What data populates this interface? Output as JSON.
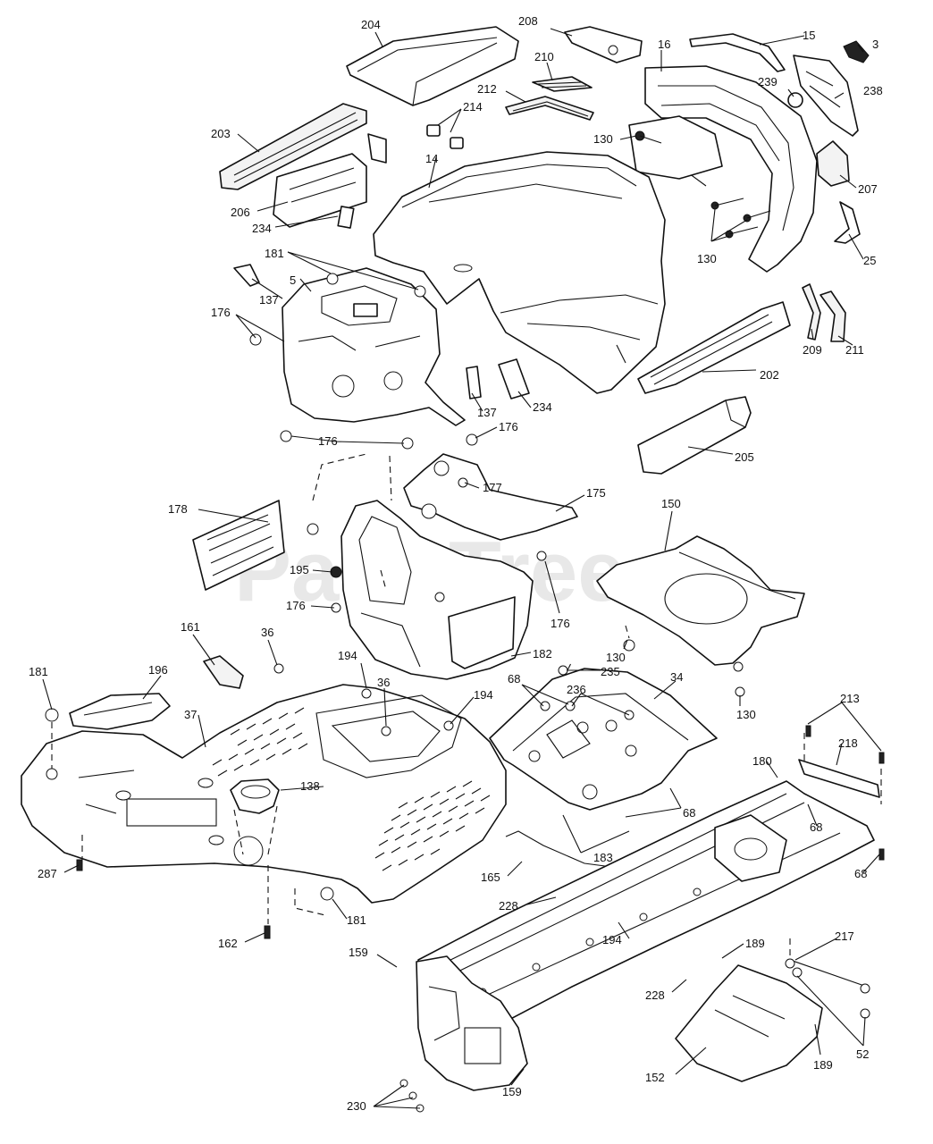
{
  "watermark": {
    "text": "PartsTree",
    "trademark": "™"
  },
  "callouts": [
    {
      "id": "c204",
      "label": "204"
    },
    {
      "id": "c208",
      "label": "208"
    },
    {
      "id": "c16",
      "label": "16"
    },
    {
      "id": "c15",
      "label": "15"
    },
    {
      "id": "c3",
      "label": "3"
    },
    {
      "id": "c210",
      "label": "210"
    },
    {
      "id": "c212",
      "label": "212"
    },
    {
      "id": "c214",
      "label": "214"
    },
    {
      "id": "c239",
      "label": "239"
    },
    {
      "id": "c238",
      "label": "238"
    },
    {
      "id": "c203",
      "label": "203"
    },
    {
      "id": "c130a",
      "label": "130"
    },
    {
      "id": "c14",
      "label": "14"
    },
    {
      "id": "c207",
      "label": "207"
    },
    {
      "id": "c206",
      "label": "206"
    },
    {
      "id": "c234a",
      "label": "234"
    },
    {
      "id": "c130b",
      "label": "130"
    },
    {
      "id": "c25",
      "label": "25"
    },
    {
      "id": "c181a",
      "label": "181"
    },
    {
      "id": "c137a",
      "label": "137"
    },
    {
      "id": "c5",
      "label": "5"
    },
    {
      "id": "c176a",
      "label": "176"
    },
    {
      "id": "c209",
      "label": "209"
    },
    {
      "id": "c211",
      "label": "211"
    },
    {
      "id": "c202",
      "label": "202"
    },
    {
      "id": "c137b",
      "label": "137"
    },
    {
      "id": "c234b",
      "label": "234"
    },
    {
      "id": "c176b",
      "label": "176"
    },
    {
      "id": "c176c",
      "label": "176"
    },
    {
      "id": "c205",
      "label": "205"
    },
    {
      "id": "c177",
      "label": "177"
    },
    {
      "id": "c175",
      "label": "175"
    },
    {
      "id": "c178",
      "label": "178"
    },
    {
      "id": "c150",
      "label": "150"
    },
    {
      "id": "c195",
      "label": "195"
    },
    {
      "id": "c176d",
      "label": "176"
    },
    {
      "id": "c176e",
      "label": "176"
    },
    {
      "id": "c161",
      "label": "161"
    },
    {
      "id": "c36a",
      "label": "36"
    },
    {
      "id": "c182",
      "label": "182"
    },
    {
      "id": "c130c",
      "label": "130"
    },
    {
      "id": "c181b",
      "label": "181"
    },
    {
      "id": "c196",
      "label": "196"
    },
    {
      "id": "c194a",
      "label": "194"
    },
    {
      "id": "c235",
      "label": "235"
    },
    {
      "id": "c36b",
      "label": "36"
    },
    {
      "id": "c68a",
      "label": "68"
    },
    {
      "id": "c236",
      "label": "236"
    },
    {
      "id": "c34",
      "label": "34"
    },
    {
      "id": "c130d",
      "label": "130"
    },
    {
      "id": "c37",
      "label": "37"
    },
    {
      "id": "c194b",
      "label": "194"
    },
    {
      "id": "c213",
      "label": "213"
    },
    {
      "id": "c218",
      "label": "218"
    },
    {
      "id": "c180",
      "label": "180"
    },
    {
      "id": "c138",
      "label": "138"
    },
    {
      "id": "c68b",
      "label": "68"
    },
    {
      "id": "c68c",
      "label": "68"
    },
    {
      "id": "c183",
      "label": "183"
    },
    {
      "id": "c68d",
      "label": "68"
    },
    {
      "id": "c287",
      "label": "287"
    },
    {
      "id": "c165",
      "label": "165"
    },
    {
      "id": "c228a",
      "label": "228"
    },
    {
      "id": "c181c",
      "label": "181"
    },
    {
      "id": "c162",
      "label": "162"
    },
    {
      "id": "c194c",
      "label": "194"
    },
    {
      "id": "c217",
      "label": "217"
    },
    {
      "id": "c159a",
      "label": "159"
    },
    {
      "id": "c189a",
      "label": "189"
    },
    {
      "id": "c228b",
      "label": "228"
    },
    {
      "id": "c52",
      "label": "52"
    },
    {
      "id": "c152",
      "label": "152"
    },
    {
      "id": "c189b",
      "label": "189"
    },
    {
      "id": "c159b",
      "label": "159"
    },
    {
      "id": "c230",
      "label": "230"
    }
  ]
}
